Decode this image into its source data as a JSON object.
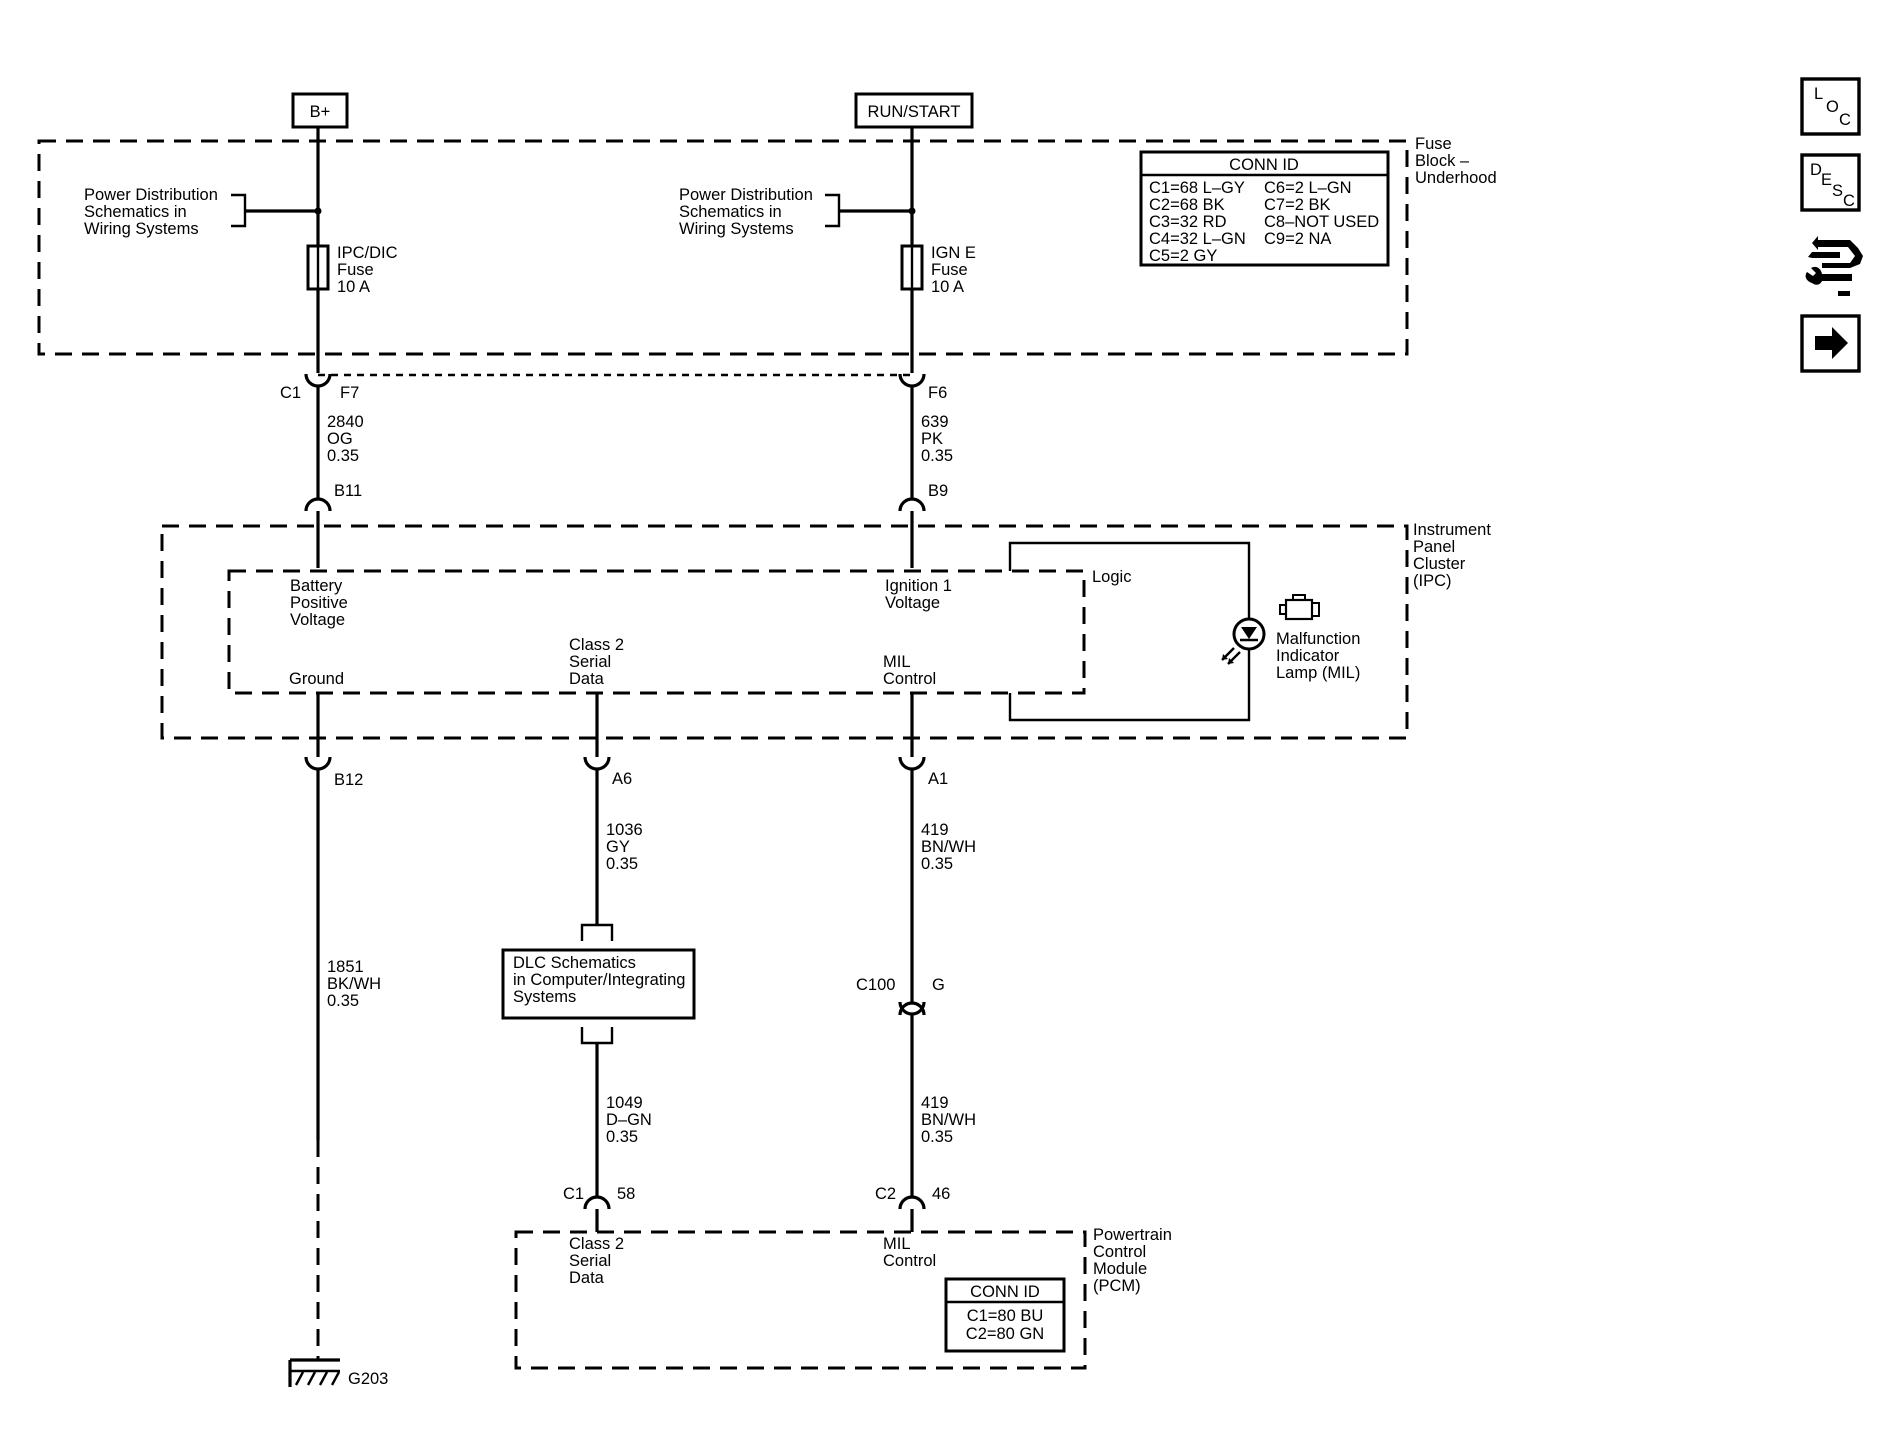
{
  "sources": {
    "bplus": "B+",
    "runstart": "RUN/START"
  },
  "fuse_block": {
    "title": [
      "Fuse",
      "Block –",
      "Underhood"
    ],
    "ref_left": [
      "Power Distribution",
      "Schematics in",
      "Wiring Systems"
    ],
    "ref_right": [
      "Power Distribution",
      "Schematics in",
      "Wiring Systems"
    ],
    "fuse_left": [
      "IPC/DIC",
      "Fuse",
      "10 A"
    ],
    "fuse_right": [
      "IGN E",
      "Fuse",
      "10 A"
    ],
    "conn_id": {
      "header": "CONN ID",
      "col1": [
        "C1=68 L–GY",
        "C2=68 BK",
        "C3=32 RD",
        "C4=32 L–GN",
        "C5=2 GY"
      ],
      "col2": [
        "C6=2 L–GN",
        "C7=2 BK",
        "C8–NOT USED",
        "C9=2 NA"
      ]
    }
  },
  "connectors": {
    "c1": "C1",
    "f7": "F7",
    "f6": "F6",
    "b11": "B11",
    "b9": "B9",
    "b12": "B12",
    "a6": "A6",
    "a1": "A1",
    "c100": "C100",
    "g": "G",
    "pcm_c1": "C1",
    "pin58": "58",
    "pcm_c2": "C2",
    "pin46": "46"
  },
  "wires": {
    "w2840": [
      "2840",
      "OG",
      "0.35"
    ],
    "w639": [
      "639",
      "PK",
      "0.35"
    ],
    "w1851": [
      "1851",
      "BK/WH",
      "0.35"
    ],
    "w1036": [
      "1036",
      "GY",
      "0.35"
    ],
    "w419a": [
      "419",
      "BN/WH",
      "0.35"
    ],
    "w1049": [
      "1049",
      "D–GN",
      "0.35"
    ],
    "w419b": [
      "419",
      "BN/WH",
      "0.35"
    ]
  },
  "ipc": {
    "title": [
      "Instrument",
      "Panel",
      "Cluster",
      "(IPC)"
    ],
    "battery": [
      "Battery",
      "Positive",
      "Voltage"
    ],
    "ignition": [
      "Ignition 1",
      "Voltage"
    ],
    "ground": "Ground",
    "class2": [
      "Class 2",
      "Serial",
      "Data"
    ],
    "mil_control": [
      "MIL",
      "Control"
    ],
    "logic": "Logic",
    "mil_lamp": [
      "Malfunction",
      "Indicator",
      "Lamp (MIL)"
    ]
  },
  "dlc": {
    "text": [
      "DLC Schematics",
      "in Computer/Integrating",
      "Systems"
    ]
  },
  "pcm": {
    "title": [
      "Powertrain",
      "Control",
      "Module",
      "(PCM)"
    ],
    "class2": [
      "Class 2",
      "Serial",
      "Data"
    ],
    "mil_control": [
      "MIL",
      "Control"
    ],
    "conn_id": {
      "header": "CONN ID",
      "rows": [
        "C1=80 BU",
        "C2=80 GN"
      ]
    }
  },
  "ground": {
    "label": "G203"
  },
  "nav": {
    "loc": [
      "L",
      "O",
      "C"
    ],
    "desc": [
      "D",
      "E",
      "S",
      "C"
    ]
  }
}
